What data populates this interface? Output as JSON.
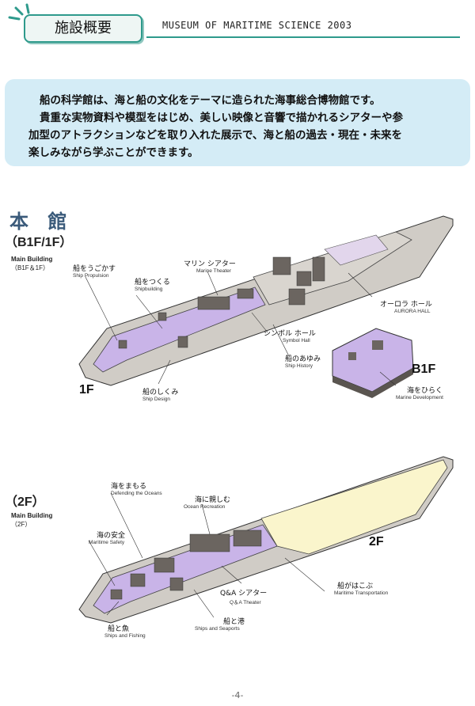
{
  "header": {
    "tab_label": "施設概要",
    "title": "MUSEUM OF MARITIME SCIENCE  2003"
  },
  "intro": {
    "lines": [
      "船の科学館は、海と船の文化をテーマに造られた海事総合博物館です。",
      "貴重な実物資料や模型をはじめ、美しい映像と音響で描かれるシアターや参",
      "加型のアトラクションなどを取り入れた展示で、海と船の過去・現在・未来を",
      "楽しみながら学ぶことができます。"
    ]
  },
  "section1": {
    "heading": "本 館",
    "subheading": "（B1F/1F）",
    "building_label_line1": "Main Building",
    "building_label_line2": "（B1F＆1F）",
    "floor_1f": "1F",
    "floor_b1f": "B1F",
    "labels": [
      {
        "jp": "船をうごかす",
        "en": "Ship Propulsion"
      },
      {
        "jp": "船をつくる",
        "en": "Shipbuilding"
      },
      {
        "jp": "マリン シアター",
        "en": "Marine Theater"
      },
      {
        "jp": "オーロラ ホール",
        "en": "AURORA HALL"
      },
      {
        "jp": "シンボル ホール",
        "en": "Symbol Hall"
      },
      {
        "jp": "船のあゆみ",
        "en": "Ship History"
      },
      {
        "jp": "船のしくみ",
        "en": "Ship Design"
      },
      {
        "jp": "海をひらく",
        "en": "Marine Development"
      }
    ]
  },
  "section2": {
    "subheading": "（2F）",
    "building_label_line1": "Main Building",
    "building_label_line2": "（2F）",
    "floor_2f": "2F",
    "labels": [
      {
        "jp": "海をまもる",
        "en": "Defending the Oceans"
      },
      {
        "jp": "海に親しむ",
        "en": "Ocean Recreation"
      },
      {
        "jp": "海の安全",
        "en": "Maritime Safety"
      },
      {
        "jp": "Q&A シアター",
        "en": "Q＆A Theater"
      },
      {
        "jp": "船がはこぶ",
        "en": "Maritime Transportation"
      },
      {
        "jp": "船と魚",
        "en": "Ships and Fishing"
      },
      {
        "jp": "船と港",
        "en": "Ships and Seaports"
      }
    ]
  },
  "footer": {
    "page_number": "-4-"
  }
}
